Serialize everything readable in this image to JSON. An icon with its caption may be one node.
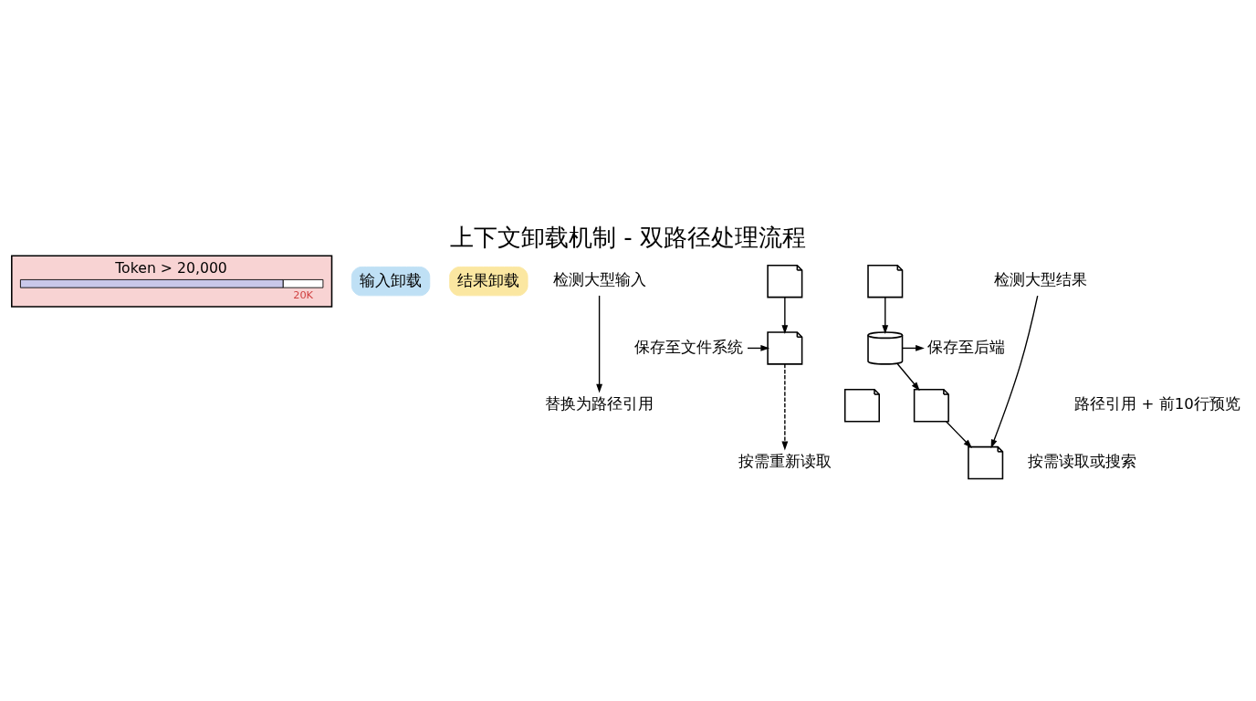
{
  "diagram": {
    "title": "上下文卸载机制 - 双路径处理流程",
    "nodes": [
      {
        "text": [
          "Token > 20,000",
          "20K"
        ]
      },
      {
        "text": [
          "输入卸载"
        ]
      },
      {
        "text": [
          "结果卸载"
        ]
      },
      {
        "text": [
          "检测大型输入"
        ]
      },
      {
        "text": [
          "保存至文件系统"
        ]
      },
      {
        "text": [
          "替换为路径引用"
        ]
      },
      {
        "text": [
          "按需重新读取"
        ]
      },
      {
        "text": [],
        "shape": "picture"
      },
      {
        "text": [],
        "shape": "picture"
      },
      {
        "text": [],
        "shape": "picture"
      },
      {
        "text": [],
        "shape": "picture"
      },
      {
        "text": [],
        "shape": "cylinder"
      },
      {
        "text": [],
        "shape": "picture"
      },
      {
        "text": [],
        "shape": "picture"
      },
      {
        "text": [
          "检测大型结果"
        ]
      },
      {
        "text": [
          "保存至后端"
        ]
      },
      {
        "text": [
          "路径引用 + 前10行预览"
        ]
      },
      {
        "text": [
          "按需读取或搜索"
        ]
      }
    ],
    "edges": [
      {
        "from": 3,
        "to": 5,
        "arrow": "to"
      },
      {
        "from": 7,
        "to": 8,
        "arrow": "to"
      },
      {
        "from": 4,
        "to": 8,
        "arrow": "to"
      },
      {
        "from": 8,
        "to": 6,
        "arrow": "to",
        "style": "dashed"
      },
      {
        "from": 10,
        "to": 11,
        "arrow": "to"
      },
      {
        "from": 11,
        "to": 15,
        "arrow": "to"
      },
      {
        "from": 11,
        "to": 12,
        "arrow": "to"
      },
      {
        "from": 12,
        "to": 13,
        "arrow": "to"
      },
      {
        "from": 14,
        "to": 13,
        "arrow": "to"
      }
    ]
  }
}
